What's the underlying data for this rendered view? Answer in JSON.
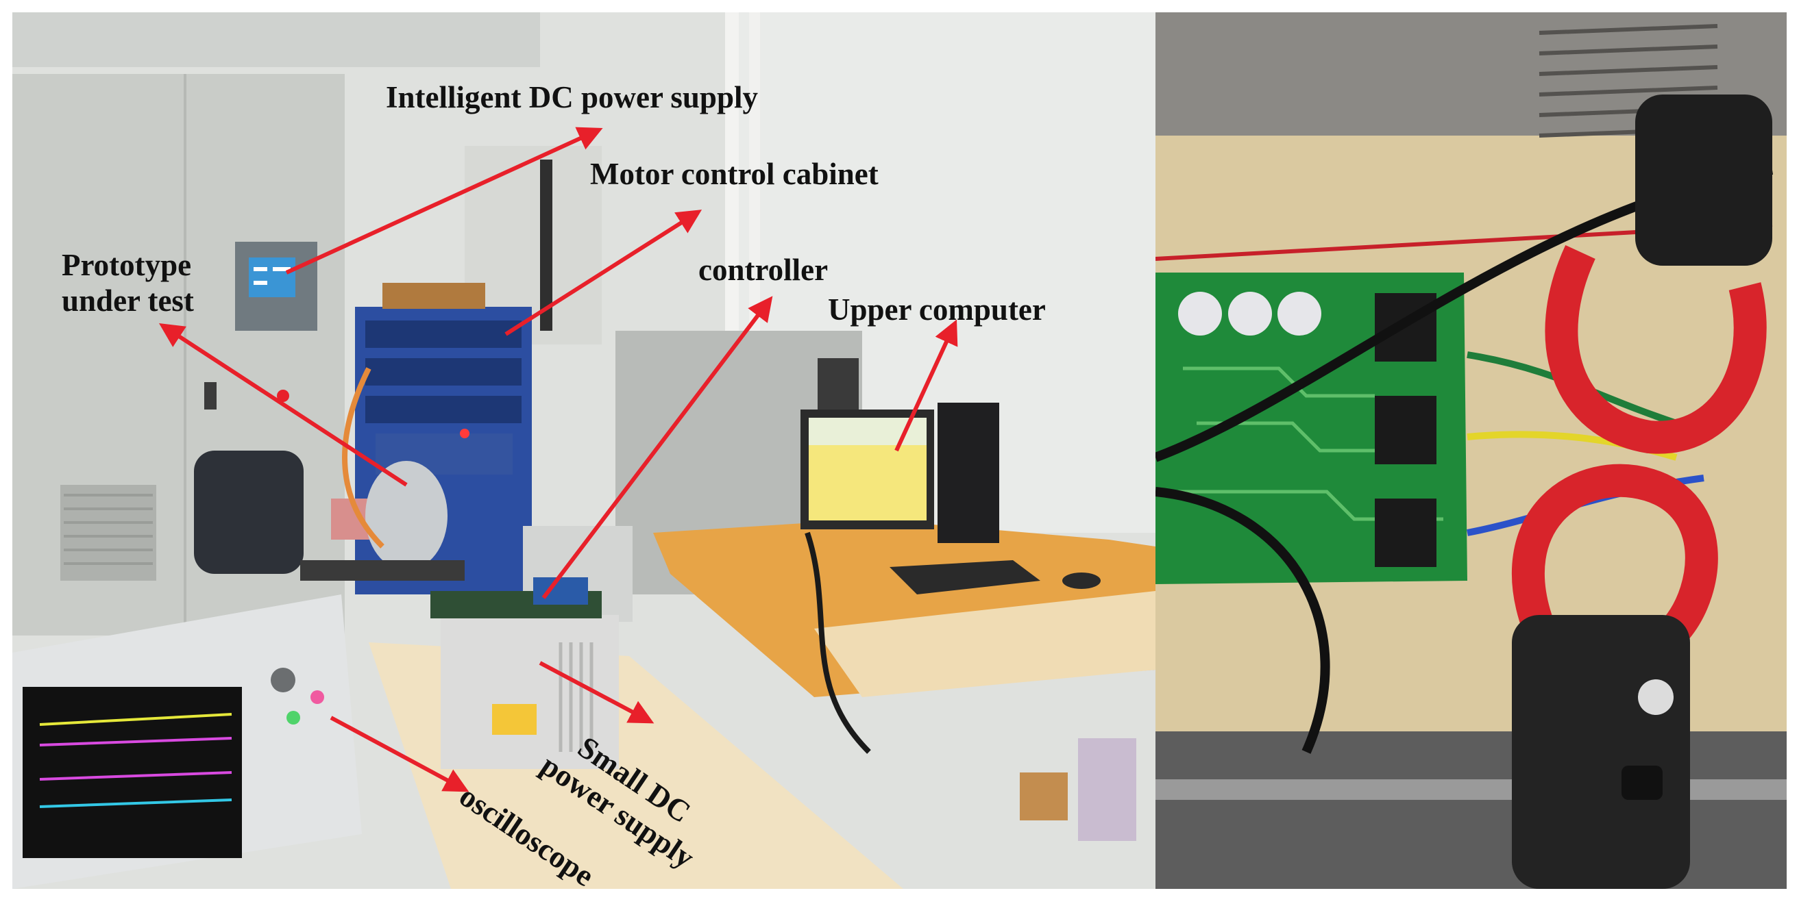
{
  "figure": {
    "labels": {
      "intelligent_dc": "Intelligent DC power supply",
      "motor_cabinet": "Motor control cabinet",
      "prototype": "Prototype\nunder test",
      "controller": "controller",
      "upper_computer": "Upper computer",
      "small_dc": "Small DC",
      "small_dc_line2": "power supply",
      "oscilloscope": "oscilloscope"
    },
    "colors": {
      "arrow": "#e8202a",
      "label_text": "#111111",
      "board_green": "#1f8a3a",
      "clamp_red": "#d8242b"
    }
  }
}
